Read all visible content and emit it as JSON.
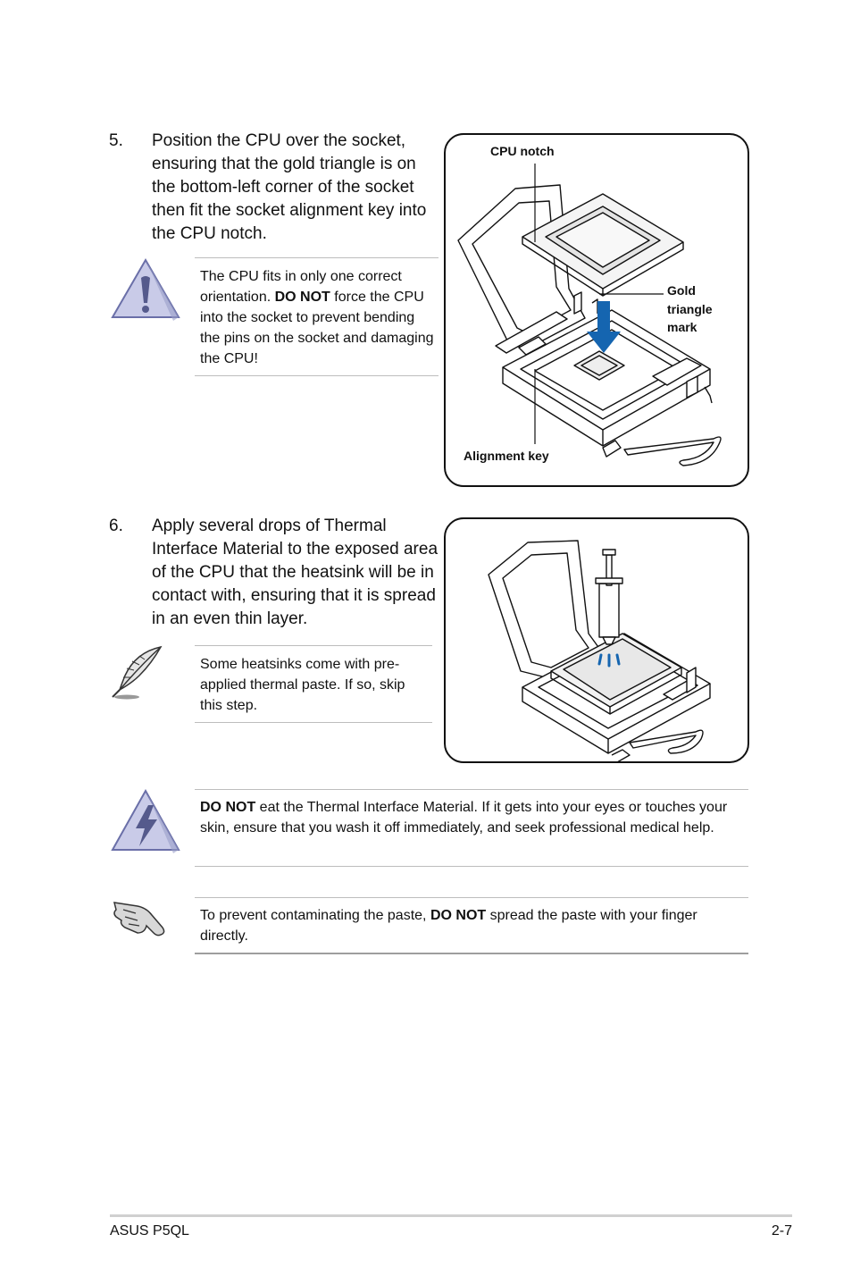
{
  "step5": {
    "number": "5.",
    "text": "Position the CPU over the socket, ensuring that the gold triangle is on the bottom-left corner of the socket then fit the socket alignment key into the CPU notch."
  },
  "caution1": {
    "icon": "warning-exclamation-icon",
    "pre": "The CPU fits in only one correct orientation. ",
    "bold": "DO NOT",
    "post": " force the CPU into the socket to prevent bending the pins on the socket and damaging the CPU!"
  },
  "figure1": {
    "labels": {
      "cpu_notch": "CPU notch",
      "gold_triangle_1": "Gold",
      "gold_triangle_2": "triangle",
      "gold_triangle_3": "mark",
      "alignment_key": "Alignment key"
    },
    "arrow_color": "#1565b0"
  },
  "step6": {
    "number": "6.",
    "text": "Apply several drops of Thermal Interface Material to the exposed area of the CPU that the heatsink will be in contact with, ensuring that it is spread in an even thin layer."
  },
  "note1": {
    "icon": "feather-pen-icon",
    "text": "Some heatsinks come with pre-applied thermal paste. If so, skip this step."
  },
  "warning2": {
    "icon": "warning-lightning-icon",
    "bold": "DO NOT",
    "post": " eat the Thermal Interface Material. If it gets into your eyes or touches your skin, ensure that you wash it off immediately, and seek professional medical help."
  },
  "important1": {
    "icon": "pointing-hand-icon",
    "pre": "To prevent contaminating the paste, ",
    "bold": "DO NOT",
    "post": " spread the paste with your finger directly."
  },
  "footer": {
    "left": "ASUS P5QL",
    "right": "2-7"
  },
  "colors": {
    "icon_fill": "#c9cbe8",
    "icon_stroke": "#6a6fa8",
    "drop_color": "#1565b0"
  }
}
